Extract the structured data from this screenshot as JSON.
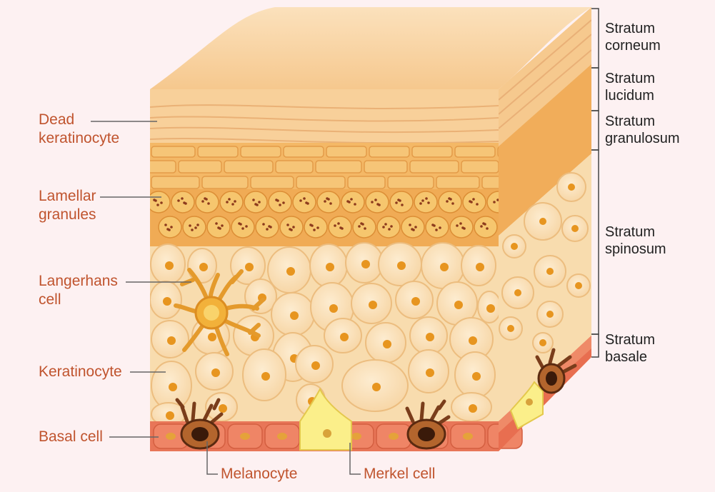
{
  "left_labels": {
    "dead_keratinocyte": [
      "Dead",
      "keratinocyte"
    ],
    "lamellar_granules": [
      "Lamellar",
      "granules"
    ],
    "langerhans_cell": [
      "Langerhans",
      "cell"
    ],
    "keratinocyte": "Keratinocyte",
    "basal_cell": "Basal cell"
  },
  "bottom_labels": {
    "melanocyte": "Melanocyte",
    "merkel_cell": "Merkel cell"
  },
  "layers": [
    {
      "key": "corneum",
      "lines": [
        "Stratum",
        "corneum"
      ]
    },
    {
      "key": "lucidum",
      "lines": [
        "Stratum",
        "lucidum"
      ]
    },
    {
      "key": "granulosum",
      "lines": [
        "Stratum",
        "granulosum"
      ]
    },
    {
      "key": "spinosum",
      "lines": [
        "Stratum",
        "spinosum"
      ]
    },
    {
      "key": "basale",
      "lines": [
        "Stratum",
        "basale"
      ]
    }
  ],
  "colors": {
    "background": "#fdf1f2",
    "label_left": "#c0542e",
    "label_right": "#222222",
    "corneum": "#f6c98a",
    "granulosum": "#f3b157",
    "spinosum_cell": "#fbe3bb",
    "nucleus": "#e7951f",
    "basal": "#ef7f5e",
    "merkel": "#fbef8a"
  }
}
